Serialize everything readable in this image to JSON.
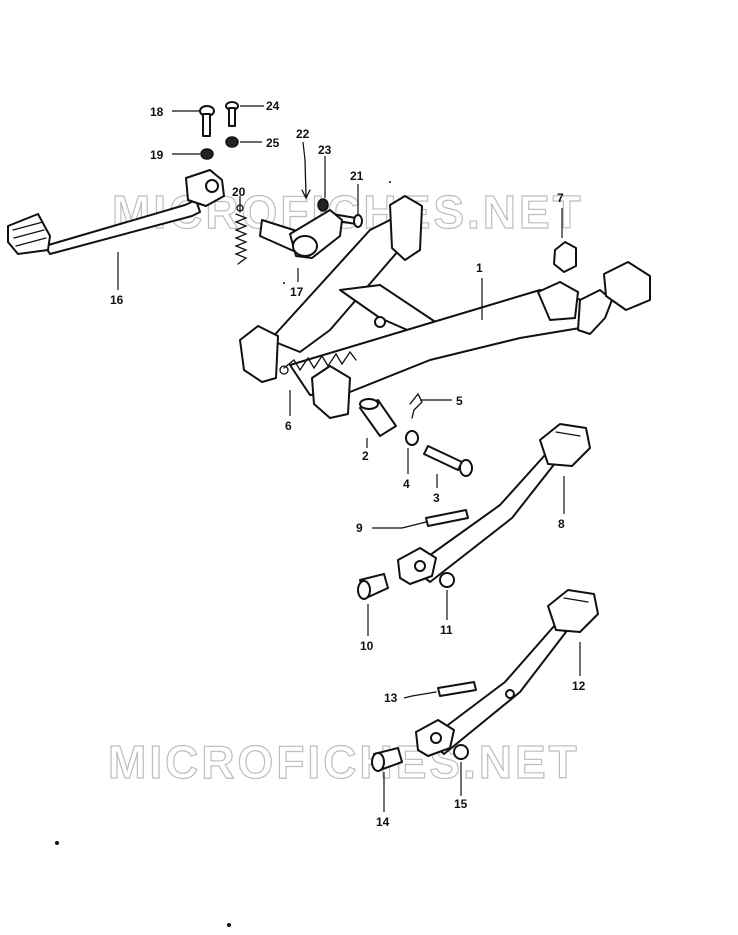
{
  "watermarks": [
    "MICROFICHES.NET",
    "MICROFICHES.NET"
  ],
  "callouts": [
    {
      "id": "1",
      "label": "1"
    },
    {
      "id": "2",
      "label": "2"
    },
    {
      "id": "3",
      "label": "3"
    },
    {
      "id": "4",
      "label": "4"
    },
    {
      "id": "5",
      "label": "5"
    },
    {
      "id": "6",
      "label": "6"
    },
    {
      "id": "7",
      "label": "7"
    },
    {
      "id": "8",
      "label": "8"
    },
    {
      "id": "9",
      "label": "9"
    },
    {
      "id": "10",
      "label": "10"
    },
    {
      "id": "11",
      "label": "11"
    },
    {
      "id": "12",
      "label": "12"
    },
    {
      "id": "13",
      "label": "13"
    },
    {
      "id": "14",
      "label": "14"
    },
    {
      "id": "15",
      "label": "15"
    },
    {
      "id": "16",
      "label": "16"
    },
    {
      "id": "17",
      "label": "17"
    },
    {
      "id": "18",
      "label": "18"
    },
    {
      "id": "19",
      "label": "19"
    },
    {
      "id": "20",
      "label": "20"
    },
    {
      "id": "21",
      "label": "21"
    },
    {
      "id": "22",
      "label": "22"
    },
    {
      "id": "23",
      "label": "23"
    },
    {
      "id": "24",
      "label": "24"
    },
    {
      "id": "25",
      "label": "25"
    }
  ]
}
